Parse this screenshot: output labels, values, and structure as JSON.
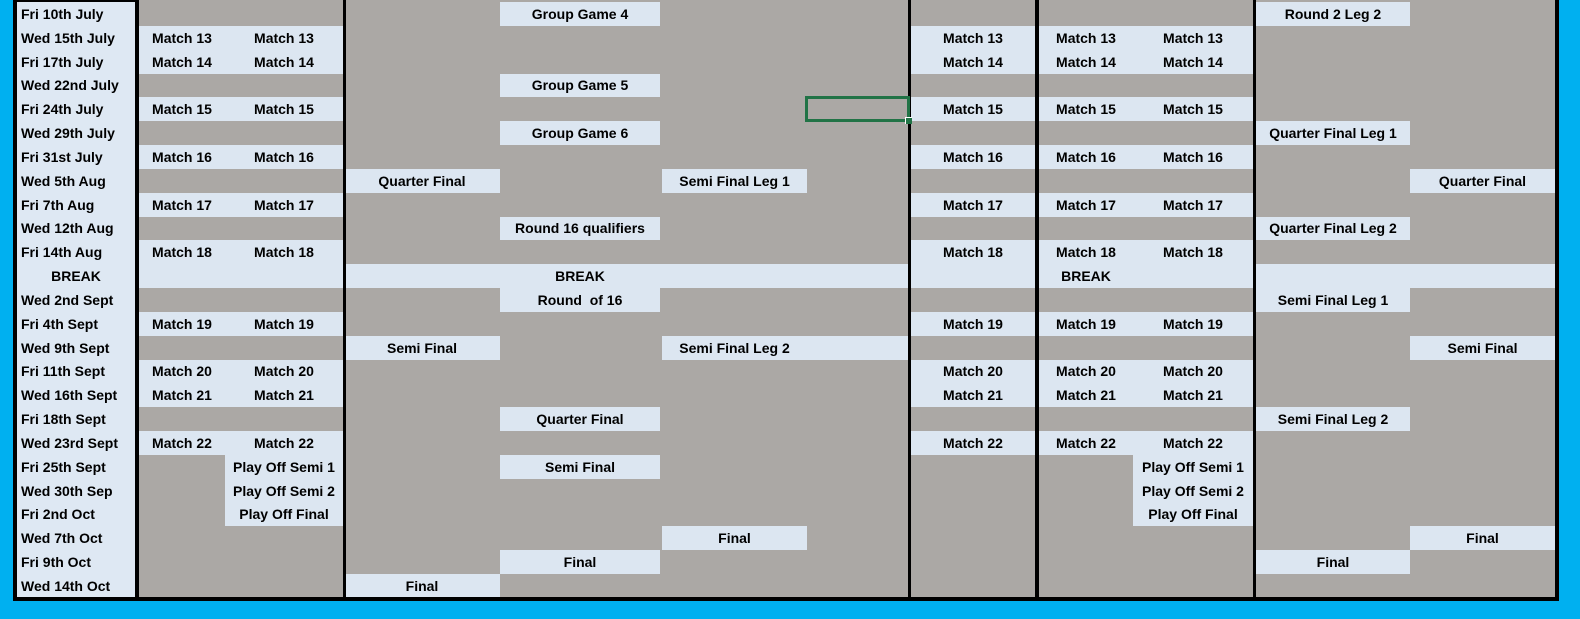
{
  "colors": {
    "canvas_cyan": "#00B0F0",
    "sheet_gray": "#ABA8A5",
    "cell_light_blue": "#DCE6F1",
    "grid_border_black": "#000000",
    "selection_green": "#217346",
    "text_black": "#000000"
  },
  "selected_cell": {
    "row_index": 4,
    "col": "midCext",
    "value": ""
  },
  "rows": [
    {
      "date": "Fri 10th July",
      "cells": [
        {
          "c": "midB",
          "t": "Group Game 4"
        },
        {
          "c": "r3c1",
          "t": "Round 2 Leg 2"
        }
      ]
    },
    {
      "date": "Wed 15th July",
      "cells": [
        {
          "c": "l1",
          "t": "Match 13"
        },
        {
          "c": "l2",
          "t": "Match 13"
        },
        {
          "c": "r1",
          "t": "Match 13"
        },
        {
          "c": "r2c1",
          "t": "Match 13"
        },
        {
          "c": "r2c2",
          "t": "Match 13"
        }
      ]
    },
    {
      "date": "Fri 17th July",
      "cells": [
        {
          "c": "l1",
          "t": "Match 14"
        },
        {
          "c": "l2",
          "t": "Match 14"
        },
        {
          "c": "r1",
          "t": "Match 14"
        },
        {
          "c": "r2c1",
          "t": "Match 14"
        },
        {
          "c": "r2c2",
          "t": "Match 14"
        }
      ]
    },
    {
      "date": "Wed 22nd July",
      "cells": [
        {
          "c": "midB",
          "t": "Group Game 5"
        }
      ]
    },
    {
      "date": "Fri 24th July",
      "cells": [
        {
          "c": "l1",
          "t": "Match 15"
        },
        {
          "c": "l2",
          "t": "Match 15"
        },
        {
          "c": "r1",
          "t": "Match 15"
        },
        {
          "c": "r2c1",
          "t": "Match 15"
        },
        {
          "c": "r2c2",
          "t": "Match 15"
        }
      ]
    },
    {
      "date": "Wed 29th July",
      "cells": [
        {
          "c": "midB",
          "t": "Group Game 6"
        },
        {
          "c": "r3c1",
          "t": "Quarter Final Leg 1"
        }
      ]
    },
    {
      "date": "Fri 31st July",
      "cells": [
        {
          "c": "l1",
          "t": "Match 16"
        },
        {
          "c": "l2",
          "t": "Match 16"
        },
        {
          "c": "r1",
          "t": "Match 16"
        },
        {
          "c": "r2c1",
          "t": "Match 16"
        },
        {
          "c": "r2c2",
          "t": "Match 16"
        }
      ]
    },
    {
      "date": "Wed 5th Aug",
      "cells": [
        {
          "c": "midA",
          "t": "Quarter Final"
        },
        {
          "c": "midC",
          "t": "Semi Final Leg 1"
        },
        {
          "c": "r3c2",
          "t": "Quarter Final"
        }
      ]
    },
    {
      "date": "Fri 7th Aug",
      "cells": [
        {
          "c": "l1",
          "t": "Match 17"
        },
        {
          "c": "l2",
          "t": "Match 17"
        },
        {
          "c": "r1",
          "t": "Match 17"
        },
        {
          "c": "r2c1",
          "t": "Match 17"
        },
        {
          "c": "r2c2",
          "t": "Match 17"
        }
      ]
    },
    {
      "date": "Wed 12th Aug",
      "cells": [
        {
          "c": "midB",
          "t": "Round 16 qualifiers"
        },
        {
          "c": "r3c1",
          "t": "Quarter Final Leg 2"
        }
      ]
    },
    {
      "date": "Fri 14th Aug",
      "cells": [
        {
          "c": "l1",
          "t": "Match 18"
        },
        {
          "c": "l2",
          "t": "Match 18"
        },
        {
          "c": "r1",
          "t": "Match 18"
        },
        {
          "c": "r2c1",
          "t": "Match 18"
        },
        {
          "c": "r2c2",
          "t": "Match 18"
        }
      ]
    },
    {
      "date": "BREAK",
      "center_date": true,
      "cells": [
        {
          "c": "lFull",
          "t": ""
        },
        {
          "c": "midFull",
          "t": ""
        },
        {
          "c": "midB",
          "t": "BREAK"
        },
        {
          "c": "r1",
          "t": ""
        },
        {
          "c": "r2c1",
          "t": "BREAK"
        },
        {
          "c": "r2c2",
          "t": ""
        },
        {
          "c": "r3full",
          "t": ""
        }
      ]
    },
    {
      "date": "Wed 2nd Sept",
      "cells": [
        {
          "c": "midB",
          "t": "Round  of 16"
        },
        {
          "c": "r3c1",
          "t": "Semi Final Leg 1"
        }
      ]
    },
    {
      "date": "Fri 4th Sept",
      "cells": [
        {
          "c": "l1",
          "t": "Match 19"
        },
        {
          "c": "l2",
          "t": "Match 19"
        },
        {
          "c": "r1",
          "t": "Match 19"
        },
        {
          "c": "r2c1",
          "t": "Match 19"
        },
        {
          "c": "r2c2",
          "t": "Match 19"
        }
      ]
    },
    {
      "date": "Wed 9th Sept",
      "cells": [
        {
          "c": "midA",
          "t": "Semi Final"
        },
        {
          "c": "midC",
          "t": "Semi Final Leg 2"
        },
        {
          "c": "midCext",
          "t": ""
        },
        {
          "c": "r3c2",
          "t": "Semi Final"
        }
      ]
    },
    {
      "date": "Fri 11th Sept",
      "cells": [
        {
          "c": "l1",
          "t": "Match 20"
        },
        {
          "c": "l2",
          "t": "Match 20"
        },
        {
          "c": "r1",
          "t": "Match 20"
        },
        {
          "c": "r2c1",
          "t": "Match 20"
        },
        {
          "c": "r2c2",
          "t": "Match 20"
        }
      ]
    },
    {
      "date": "Wed 16th Sept",
      "cells": [
        {
          "c": "l1",
          "t": "Match 21"
        },
        {
          "c": "l2",
          "t": "Match 21"
        },
        {
          "c": "r1",
          "t": "Match 21"
        },
        {
          "c": "r2c1",
          "t": "Match 21"
        },
        {
          "c": "r2c2",
          "t": "Match 21"
        }
      ]
    },
    {
      "date": "Fri 18th Sept",
      "cells": [
        {
          "c": "midB",
          "t": "Quarter Final"
        },
        {
          "c": "r3c1",
          "t": "Semi Final Leg 2"
        }
      ]
    },
    {
      "date": "Wed 23rd Sept",
      "cells": [
        {
          "c": "l1",
          "t": "Match 22"
        },
        {
          "c": "l2",
          "t": "Match 22"
        },
        {
          "c": "r1",
          "t": "Match 22"
        },
        {
          "c": "r2c1",
          "t": "Match 22"
        },
        {
          "c": "r2c2",
          "t": "Match 22"
        }
      ]
    },
    {
      "date": "Fri 25th Sept",
      "cells": [
        {
          "c": "l2",
          "t": "Play Off Semi 1"
        },
        {
          "c": "midB",
          "t": "Semi Final"
        },
        {
          "c": "r2c2",
          "t": "Play Off Semi 1"
        }
      ]
    },
    {
      "date": "Wed 30th Sep",
      "cells": [
        {
          "c": "l2",
          "t": "Play Off Semi 2"
        },
        {
          "c": "r2c2",
          "t": "Play Off Semi 2"
        }
      ]
    },
    {
      "date": "Fri 2nd Oct",
      "cells": [
        {
          "c": "l2",
          "t": "Play Off Final"
        },
        {
          "c": "r2c2",
          "t": "Play Off Final"
        }
      ]
    },
    {
      "date": "Wed 7th Oct",
      "cells": [
        {
          "c": "midC",
          "t": "Final"
        },
        {
          "c": "r3c2",
          "t": "Final"
        }
      ]
    },
    {
      "date": "Fri 9th Oct",
      "cells": [
        {
          "c": "midB",
          "t": "Final"
        },
        {
          "c": "r3c1",
          "t": "Final"
        }
      ]
    },
    {
      "date": "Wed 14th Oct",
      "cells": [
        {
          "c": "midA",
          "t": "Final"
        }
      ]
    }
  ]
}
